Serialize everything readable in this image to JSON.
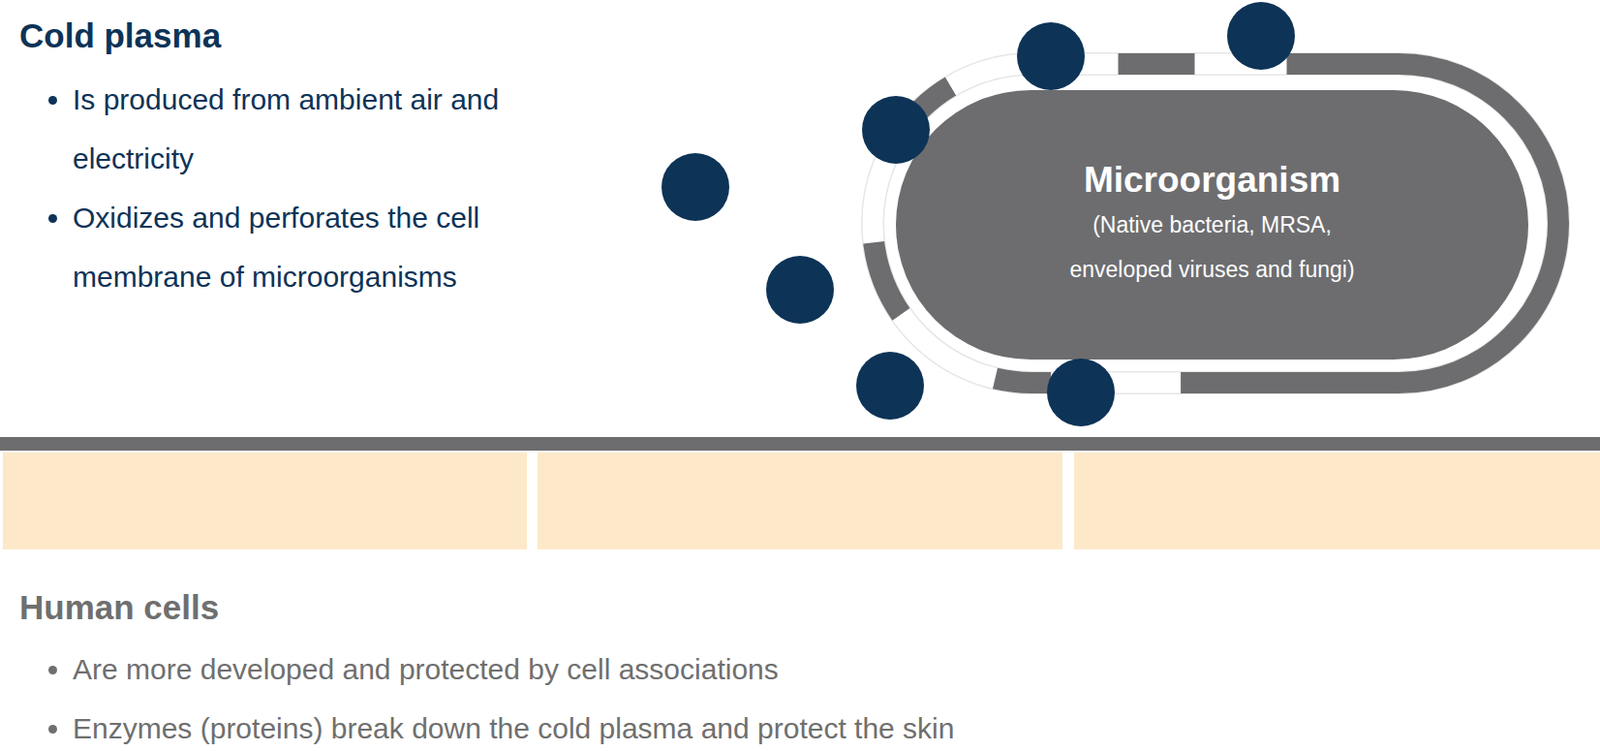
{
  "diagram": {
    "nodes": [
      {
        "text": [
          "Microorganism",
          "(Native bacteria, MRSA, enveloped viruses and fungi)"
        ]
      }
    ],
    "labels": [
      "Cold plasma",
      "Is produced from ambient air and electricity",
      "Oxidizes and perforates the cell membrane of microorganisms",
      "Human cells",
      "Are more developed and protected by cell associations",
      "Enzymes (proteins) break down the cold plasma and protect the skin"
    ]
  }
}
